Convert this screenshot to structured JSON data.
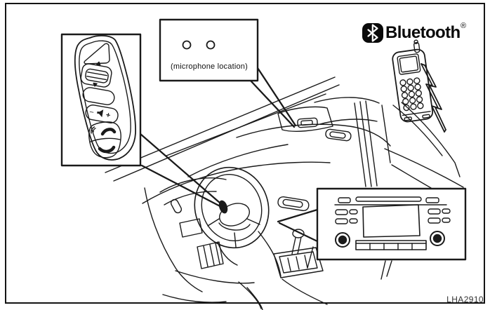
{
  "figure_code": "LHA2910",
  "mic_callout": {
    "label": "(microphone location)"
  },
  "bluetooth": {
    "wordmark": "Bluetooth",
    "registered_mark": "®"
  },
  "steering_controls": {
    "volume_minus_label": "−",
    "volume_plus_label": "+"
  },
  "colors": {
    "line": "#1a1a1a",
    "background": "#ffffff",
    "logo_black": "#0a0a0a"
  },
  "icons": {
    "bluetooth_icon": "bluetooth-rune",
    "lightning_bolt_icon": "zigzag-bolt",
    "speaker_icon": "speaker-triangle",
    "seek_up_icon": "triangle-up",
    "seek_down_icon": "triangle-down",
    "voice_command_icon": "talk-waves",
    "phone_answer_icon": "handset-up",
    "phone_end_icon": "handset-down",
    "microphone_holes_icon": "two-circles"
  }
}
